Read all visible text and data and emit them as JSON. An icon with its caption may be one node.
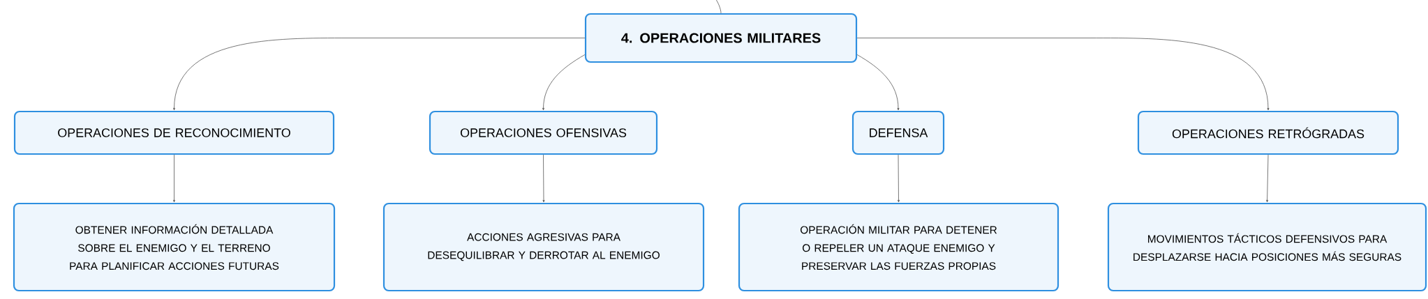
{
  "diagram": {
    "nodes": [
      {
        "text": [
          "4. OPERACIONES MILITARES"
        ]
      },
      {
        "text": [
          "OPERACIONES DE RECONOCIMIENTO"
        ]
      },
      {
        "text": [
          "OPERACIONES OFENSIVAS"
        ]
      },
      {
        "text": [
          "DEFENSA"
        ]
      },
      {
        "text": [
          "OPERACIONES RETRÓGRADAS"
        ]
      },
      {
        "text": [
          "OBTENER INFORMACIÓN DETALLADA SOBRE EL ENEMIGO Y EL TERRENO PARA PLANIFICAR ACCIONES FUTURAS"
        ]
      },
      {
        "text": [
          "ACCIONES AGRESIVAS PARA DESEQUILIBRAR Y DERROTAR AL ENEMIGO"
        ]
      },
      {
        "text": [
          "OPERACIÓN MILITAR PARA DETENER O REPELER UN ATAQUE ENEMIGO Y PRESERVAR LAS FUERZAS PROPIAS"
        ]
      },
      {
        "text": [
          "MOVIMIENTOS TÁCTICOS DEFENSIVOS PARA DESPLAZARSE HACIA POSICIONES MÁS SEGURAS"
        ]
      }
    ],
    "edges": [
      {
        "from": null,
        "to": 0,
        "arrow": "none"
      },
      {
        "from": 0,
        "to": 1,
        "arrow": "to"
      },
      {
        "from": 0,
        "to": 2,
        "arrow": "to"
      },
      {
        "from": 0,
        "to": 3,
        "arrow": "to"
      },
      {
        "from": 0,
        "to": 4,
        "arrow": "to"
      },
      {
        "from": 1,
        "to": 5,
        "arrow": "to"
      },
      {
        "from": 2,
        "to": 6,
        "arrow": "to"
      },
      {
        "from": 3,
        "to": 7,
        "arrow": "to"
      },
      {
        "from": 4,
        "to": 8,
        "arrow": "to"
      }
    ]
  }
}
